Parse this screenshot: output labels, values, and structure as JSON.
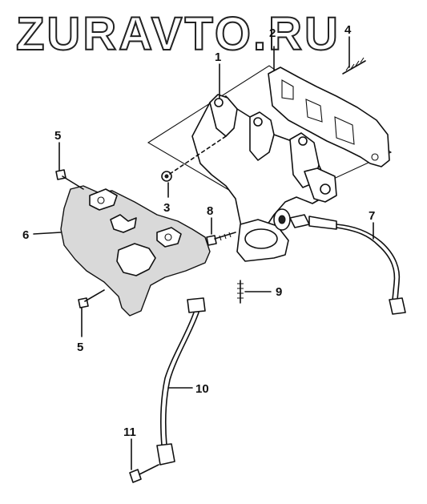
{
  "watermark": "ZURAVTO.RU",
  "callouts": {
    "c1": "1",
    "c2": "2",
    "c3": "3",
    "c4": "4",
    "c5_top": "5",
    "c5_bottom": "5",
    "c6": "6",
    "c7": "7",
    "c8": "8",
    "c9": "9",
    "c10": "10",
    "c11": "11"
  }
}
